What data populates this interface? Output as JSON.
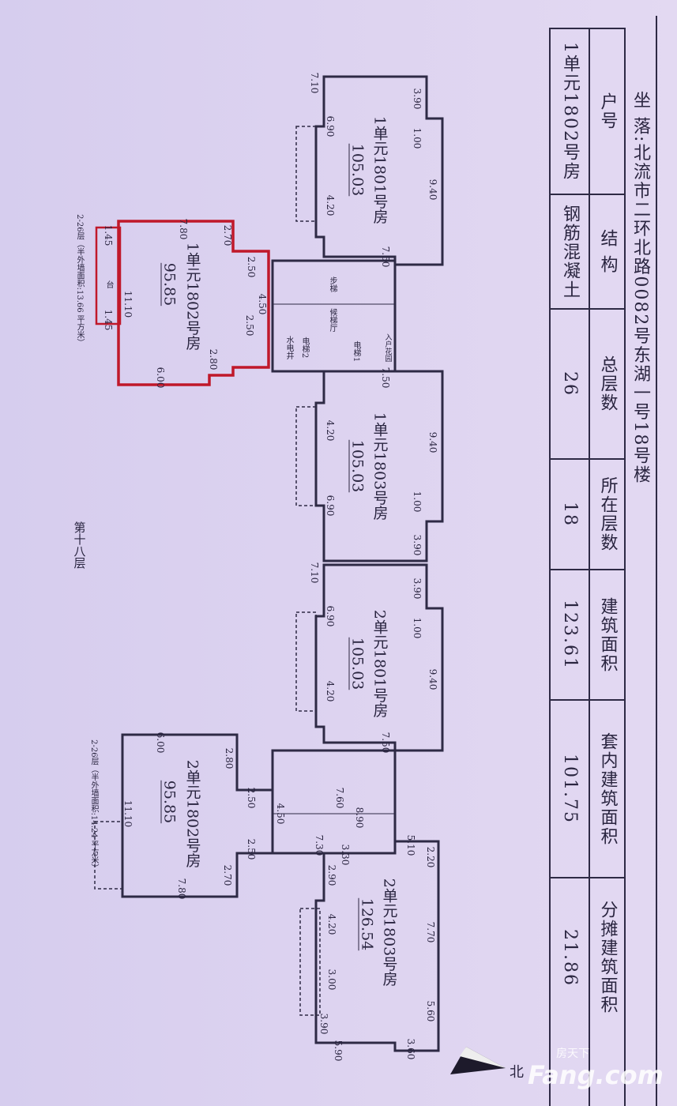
{
  "header": {
    "location_label": "坐 落:",
    "location_value": "北流市二环北路0082号东湖一号18号楼"
  },
  "table": {
    "columns": [
      {
        "label": "户号",
        "value": "1单元1802号房"
      },
      {
        "label": "结 构",
        "value": "钢筋混凝土"
      },
      {
        "label": "总层数",
        "value": "26"
      },
      {
        "label": "所在层数",
        "value": "18"
      },
      {
        "label": "建筑面积",
        "value": "123.61"
      },
      {
        "label": "套内建筑面积",
        "value": "101.75"
      },
      {
        "label": "分摊建筑面积",
        "value": "21.86"
      }
    ]
  },
  "plan": {
    "floor_label": "第十八层",
    "units": [
      {
        "name": "1单元1801号房",
        "area": "105.03"
      },
      {
        "name": "1单元1802号房",
        "area": "95.85"
      },
      {
        "name": "1单元1803号房",
        "area": "105.03"
      },
      {
        "name": "2单元1801号房",
        "area": "105.03"
      },
      {
        "name": "2单元1802号房",
        "area": "95.85"
      },
      {
        "name": "2单元1803号房",
        "area": "126.54"
      }
    ],
    "notes": [
      "2-26层（半外墙面积:13.66 平方米）",
      "2-26层（半外墙面积:14.24 平方米）"
    ],
    "dims": [
      "7.10",
      "3.90",
      "1.00",
      "9.40",
      "6.90",
      "4.20",
      "7.50",
      "7.80",
      "2.70",
      "2.50",
      "4.50",
      "2.50",
      "2.80",
      "6.00",
      "11.10",
      "1.45",
      "1.45",
      "7.50",
      "9.40",
      "1.00",
      "3.90",
      "6.90",
      "4.20",
      "7.10",
      "3.90",
      "1.00",
      "9.40",
      "6.90",
      "4.20",
      "7.50",
      "6.00",
      "2.80",
      "2.50",
      "4.50",
      "2.50",
      "2.70",
      "7.80",
      "11.10",
      "5.10",
      "2.20",
      "7.70",
      "5.60",
      "3.60",
      "5.90",
      "3.90",
      "3.00",
      "4.20",
      "2.90",
      "3.30",
      "7.60",
      "8.90",
      "7.30"
    ],
    "room_labels": [
      "步梯",
      "候梯厅",
      "电梯1",
      "电梯2",
      "水电井",
      "入户花园",
      "台"
    ]
  },
  "compass": {
    "north_label": "北"
  },
  "watermark": {
    "brand": "Fang.com",
    "brand_cn": "房天下"
  },
  "colors": {
    "paper": "#dcd2ef",
    "ink": "#2e2a45",
    "highlight": "#c0182a"
  }
}
